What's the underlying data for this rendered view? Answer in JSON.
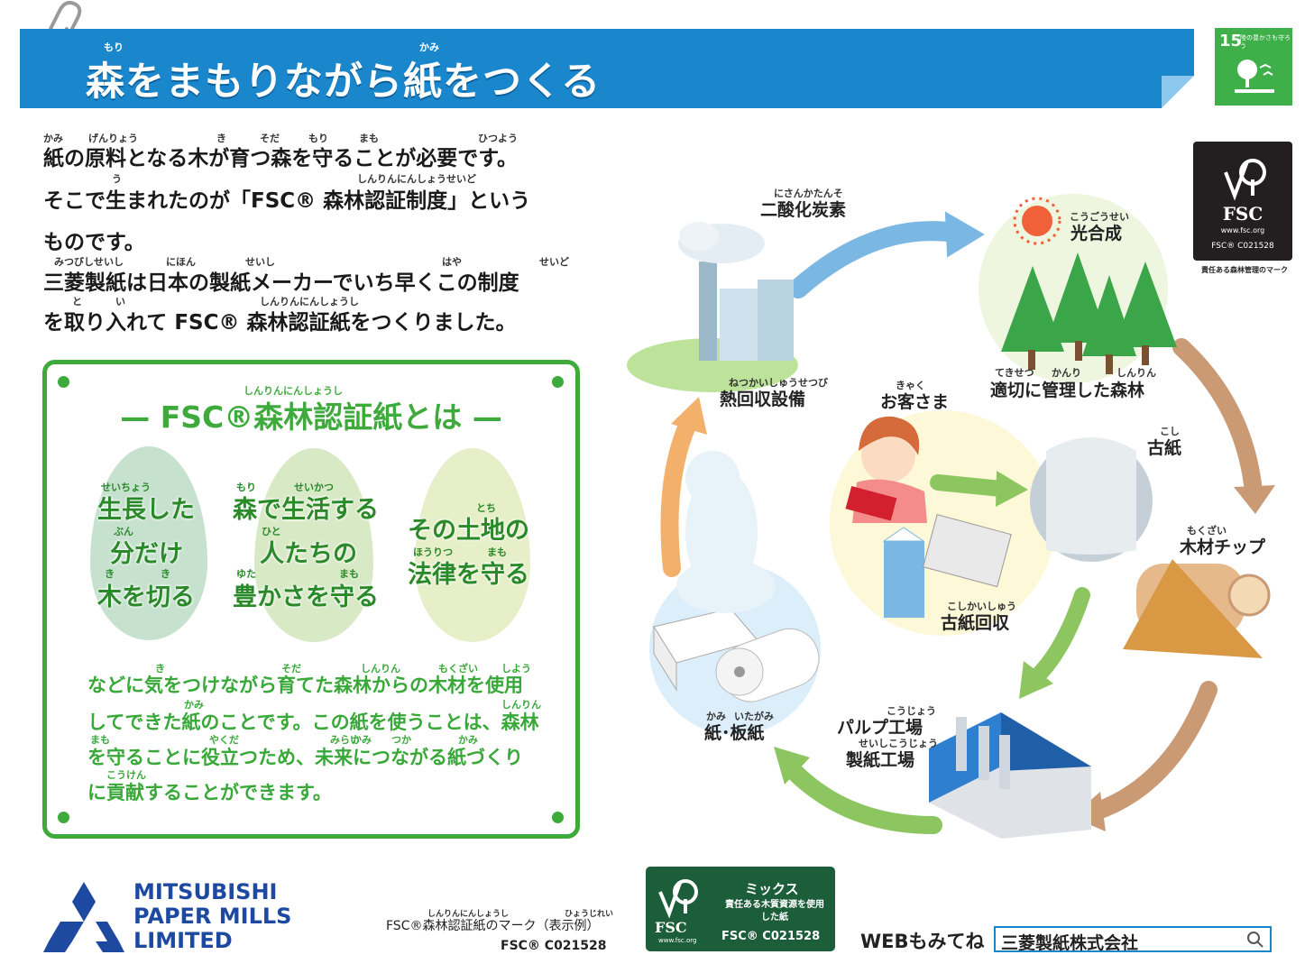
{
  "header": {
    "title": "森をまもりながら紙をつくる",
    "ruby_mori": "もり",
    "ruby_kami": "かみ",
    "sdg_number": "15",
    "sdg_text": "陸の豊かさも守ろう"
  },
  "intro": {
    "lines": [
      "紙の原料となる木が育つ森を守ることが必要です。",
      "そこで生まれたのが「FSC® 森林認証制度」という",
      "ものです。",
      "三菱製紙は日本の製紙メーカーでいち早くこの制度",
      "を取り入れて FSC® 森林認証紙をつくりました。"
    ],
    "rubies": [
      "かみ",
      "げんりょう",
      "き",
      "そだ",
      "もり",
      "まも",
      "ひつよう",
      "う",
      "しんりんにんしょうせいど",
      "みつびしせいし",
      "にほん",
      "せいし",
      "はや",
      "せいど",
      "と",
      "い",
      "しんりんにんしょうし"
    ]
  },
  "fsc_box": {
    "title": "— FSC®森林認証紙とは —",
    "title_ruby": "しんりんにんしょうし",
    "leaves": [
      {
        "lines": [
          "生長した",
          "分だけ",
          "木を切る"
        ],
        "rubies": [
          "せいちょう",
          "ぶん",
          "き",
          "き"
        ]
      },
      {
        "lines": [
          "森で生活する",
          "人たちの",
          "豊かさを守る"
        ],
        "rubies": [
          "もり",
          "せいかつ",
          "ひと",
          "ゆた",
          "まも"
        ]
      },
      {
        "lines": [
          "その土地の",
          "法律を守る"
        ],
        "rubies": [
          "とち",
          "ほうりつ",
          "まも"
        ]
      }
    ],
    "text_lines": [
      "などに気をつけながら育てた森林からの木材を使用",
      "してできた紙のことです。この紙を使うことは、森林",
      "を守ることに役立つため、未来につながる紙づくり",
      "に貢献することができます。"
    ],
    "text_rubies": [
      "き",
      "そだ",
      "しんりん",
      "もくざい",
      "しよう",
      "かみ",
      "しんりん",
      "かみ",
      "つか",
      "まも",
      "やくだ",
      "みらい",
      "かみ",
      "こうけん"
    ]
  },
  "diagram": {
    "co2": {
      "label": "二酸化炭素",
      "ruby": "にさんかたんそ"
    },
    "photosynthesis": {
      "label": "光合成",
      "ruby": "こうごうせい"
    },
    "forest": {
      "label": "適切に管理した森林",
      "rubies": [
        "てきせつ",
        "かんり",
        "しんりん"
      ]
    },
    "customer": {
      "label": "お客さま",
      "ruby": "きゃく"
    },
    "heat": {
      "label": "熱回収設備",
      "ruby": "ねつかいしゅうせつび"
    },
    "oldpaper": {
      "label": "古紙",
      "ruby": "こし"
    },
    "chips": {
      "label": "木材チップ",
      "ruby": "もくざい"
    },
    "recycle": {
      "label": "古紙回収",
      "ruby": "こしかいしゅう"
    },
    "pulp": {
      "label": "パルプ工場",
      "ruby": "こうじょう"
    },
    "mill": {
      "label": "製紙工場",
      "ruby": "せいしこうじょう"
    },
    "paper": {
      "label": "紙･板紙",
      "rubies": [
        "かみ",
        "いたがみ"
      ]
    }
  },
  "fsc_logo": {
    "name": "FSC",
    "url": "www.fsc.org",
    "code": "FSC® C021528",
    "note": "責任ある森林管理のマーク"
  },
  "footer": {
    "company": [
      "MITSUBISHI",
      "PAPER MILLS",
      "LIMITED"
    ],
    "mark_label": "FSC®森林認証紙のマーク（表示例）",
    "mark_rubies": [
      "しんりんにんしょうし",
      "ひょうじれい"
    ],
    "mark_code": "FSC®  C021528",
    "mix_title": "ミックス",
    "mix_desc": "責任ある木質資源を使用した紙",
    "mix_code": "FSC® C021528",
    "mix_logo": "FSC",
    "mix_url": "www.fsc.org",
    "web_label": "WEBもみてね",
    "search_value": "三菱製紙株式会社"
  },
  "colors": {
    "blue": "#1a86cc",
    "green": "#3eaa3c",
    "sdg": "#3eaf49",
    "fsc_dark": "#231f20",
    "mix": "#1d5e3a",
    "brown": "#c99a74",
    "orange": "#f2b06a"
  }
}
